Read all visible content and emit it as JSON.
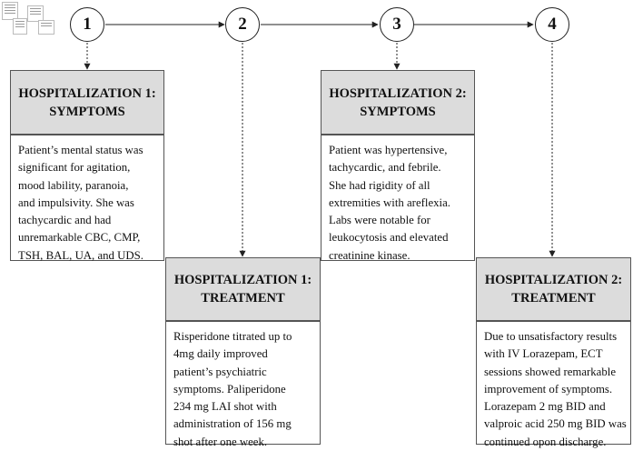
{
  "steps": [
    {
      "number": "1"
    },
    {
      "number": "2"
    },
    {
      "number": "3"
    },
    {
      "number": "4"
    }
  ],
  "panels": {
    "h1_symptoms": {
      "title_lines": [
        "HOSPITALIZATION 1:",
        "SYMPTOMS"
      ],
      "body_lines": [
        "Patient’s mental status was",
        "significant for agitation,",
        "mood lability, paranoia,",
        "and impulsivity.  She was",
        "tachycardic and had",
        "unremarkable CBC, CMP,",
        "TSH, BAL, UA, and UDS."
      ]
    },
    "h1_treatment": {
      "title_lines": [
        "HOSPITALIZATION 1:",
        "TREATMENT"
      ],
      "body_lines": [
        "Risperidone titrated up to",
        "4mg daily improved",
        "patient’s psychiatric",
        "symptoms. Paliperidone",
        "234 mg LAI shot with",
        "administration of 156 mg",
        "shot after one week."
      ]
    },
    "h2_symptoms": {
      "title_lines": [
        "HOSPITALIZATION 2:",
        "SYMPTOMS"
      ],
      "body_lines": [
        "Patient was hypertensive,",
        "tachycardic, and febrile.",
        "She had rigidity of all",
        "extremities with areflexia.",
        "Labs were notable for",
        "leukocytosis and elevated",
        "creatinine kinase."
      ]
    },
    "h2_treatment": {
      "title_lines": [
        "HOSPITALIZATION 2:",
        "TREATMENT"
      ],
      "body_lines": [
        "Due to unsatisfactory results",
        "with IV Lorazepam, ECT",
        "sessions showed remarkable",
        "improvement of symptoms.",
        "Lorazepam 2 mg BID and",
        "valproic acid 250 mg BID was",
        "continued opon discharge."
      ]
    }
  },
  "colors": {
    "header_fill": "#dcdcdc",
    "border": "#555555",
    "line": "#222222"
  }
}
